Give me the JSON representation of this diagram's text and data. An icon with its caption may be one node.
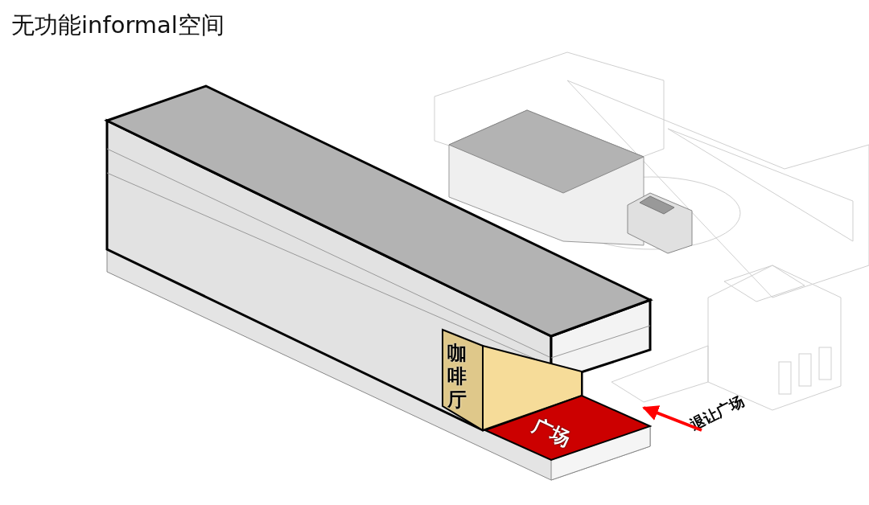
{
  "diagram": {
    "title": "无功能informal空间",
    "nodes": [
      {
        "text": [
          "咖啡厅"
        ]
      },
      {
        "text": [
          "广场"
        ]
      },
      {
        "text": [
          "退让广场"
        ]
      }
    ],
    "edges": [
      {
        "from": 2,
        "to": 1,
        "arrow": "to"
      }
    ]
  }
}
